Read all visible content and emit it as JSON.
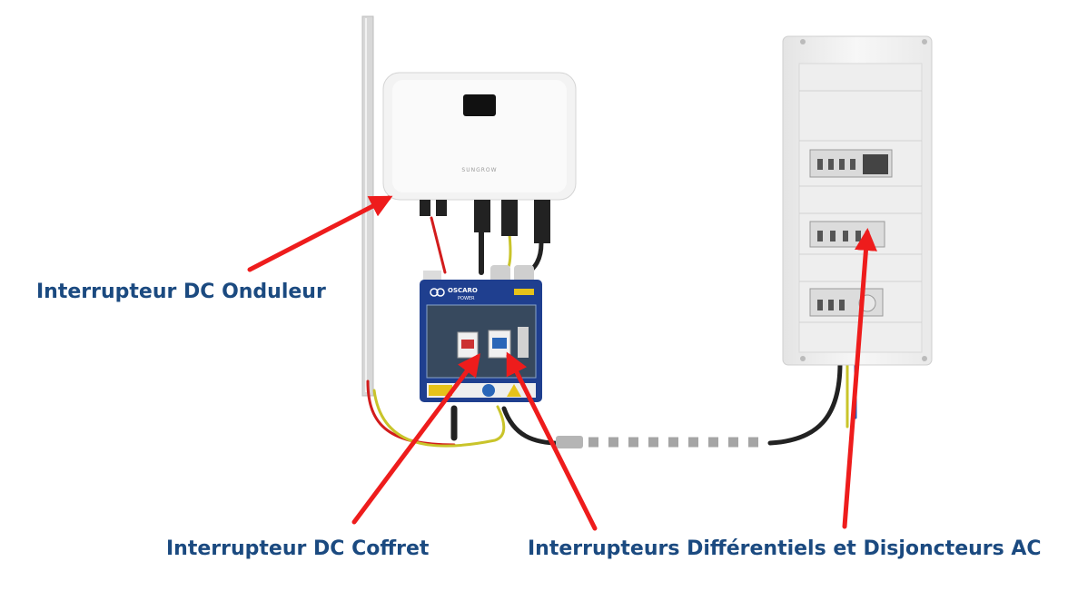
{
  "labels": {
    "dc_onduleur": "Interrupteur DC Onduleur",
    "dc_coffret": "Interrupteur DC Coffret",
    "ac_switches": "Interrupteurs Différentiels et Disjoncteurs AC"
  },
  "inverter": {
    "brand": "SUNGROW"
  },
  "combiner_box": {
    "brand_line1": "OSCARO",
    "brand_line2": "POWER"
  },
  "colors": {
    "label_text": "#1b4a80",
    "arrow": "#ee1c1c",
    "box_blue": "#1f3f8f",
    "cable_dc_red": "#d21c1c",
    "cable_earth": "#c9c42a",
    "cable_dark": "#222222"
  }
}
